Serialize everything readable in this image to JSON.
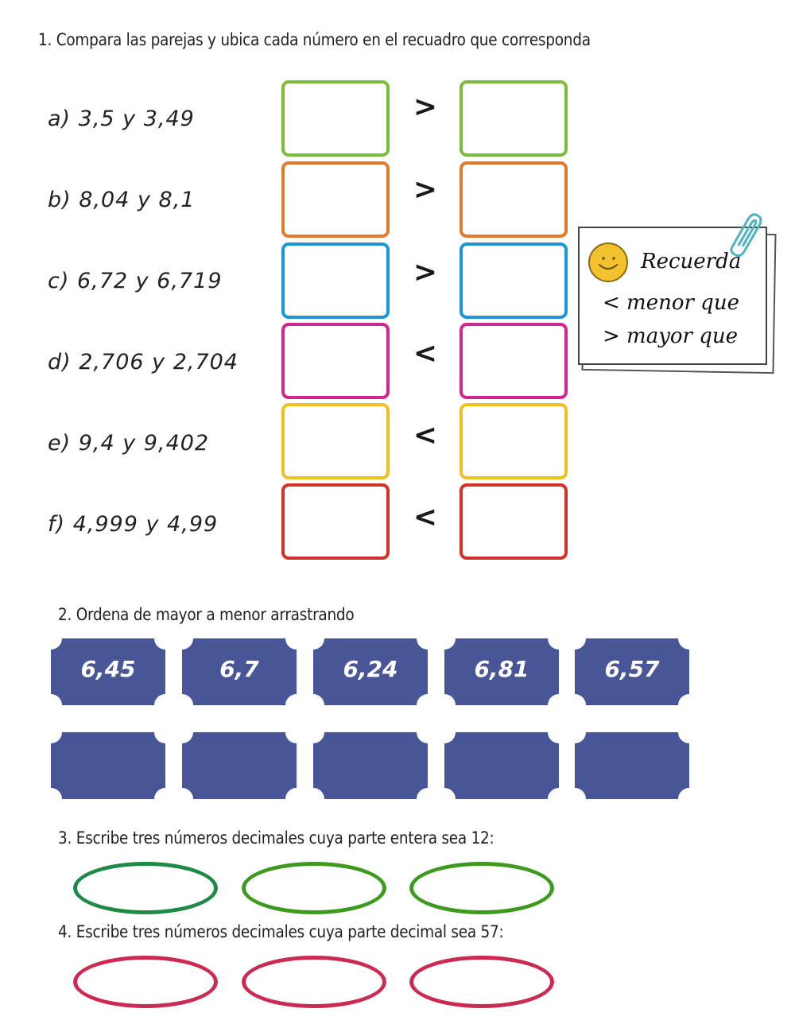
{
  "section1": {
    "title": "1. Compara las parejas y ubica cada número en el recuadro que corresponda",
    "pairs": [
      {
        "label": "a) 3,5  y  3,49",
        "sign": ">",
        "color": "#7dbb3c"
      },
      {
        "label": "b) 8,04  y  8,1",
        "sign": ">",
        "color": "#e07a2c"
      },
      {
        "label": "c) 6,72  y  6,719",
        "sign": ">",
        "color": "#1b96d6"
      },
      {
        "label": "d) 2,706  y  2,704",
        "sign": "<",
        "color": "#d0278a"
      },
      {
        "label": "e) 9,4  y  9,402",
        "sign": "<",
        "color": "#f0c020"
      },
      {
        "label": "f) 4,999  y  4,99",
        "sign": "<",
        "color": "#d2322a"
      }
    ]
  },
  "reminder": {
    "title": "Recuerda",
    "line1": "< menor que",
    "line2": "> mayor que",
    "smiley_color": "#f2c12e",
    "clip_color": "#4fb3c4"
  },
  "section2": {
    "title": "2. Ordena de mayor a menor arrastrando",
    "tiles": [
      "6,45",
      "6,7",
      "6,24",
      "6,81",
      "6,57"
    ],
    "drop_slots": 5,
    "tile_color": "#485597"
  },
  "section3": {
    "title": "3. Escribe tres números decimales cuya parte entera sea 12:",
    "answers": [
      "",
      "",
      ""
    ],
    "colors": [
      "#1e8a45",
      "#3d9a1f",
      "#3d9a1f"
    ]
  },
  "section4": {
    "title": "4. Escribe tres números decimales cuya parte decimal sea 57:",
    "answers": [
      "",
      "",
      ""
    ],
    "color": "#cc2a52"
  }
}
